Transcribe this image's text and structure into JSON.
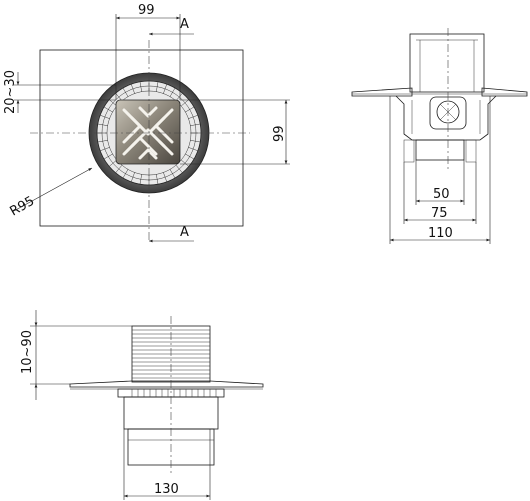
{
  "labels": {
    "top_width": "99",
    "section_top": "A",
    "section_bottom": "A",
    "grate_offset": "20~30",
    "right_height": "99",
    "radius": "R95",
    "dim_50": "50",
    "dim_75": "75",
    "dim_110": "110",
    "height_range": "10~90",
    "bottom_width": "130"
  }
}
